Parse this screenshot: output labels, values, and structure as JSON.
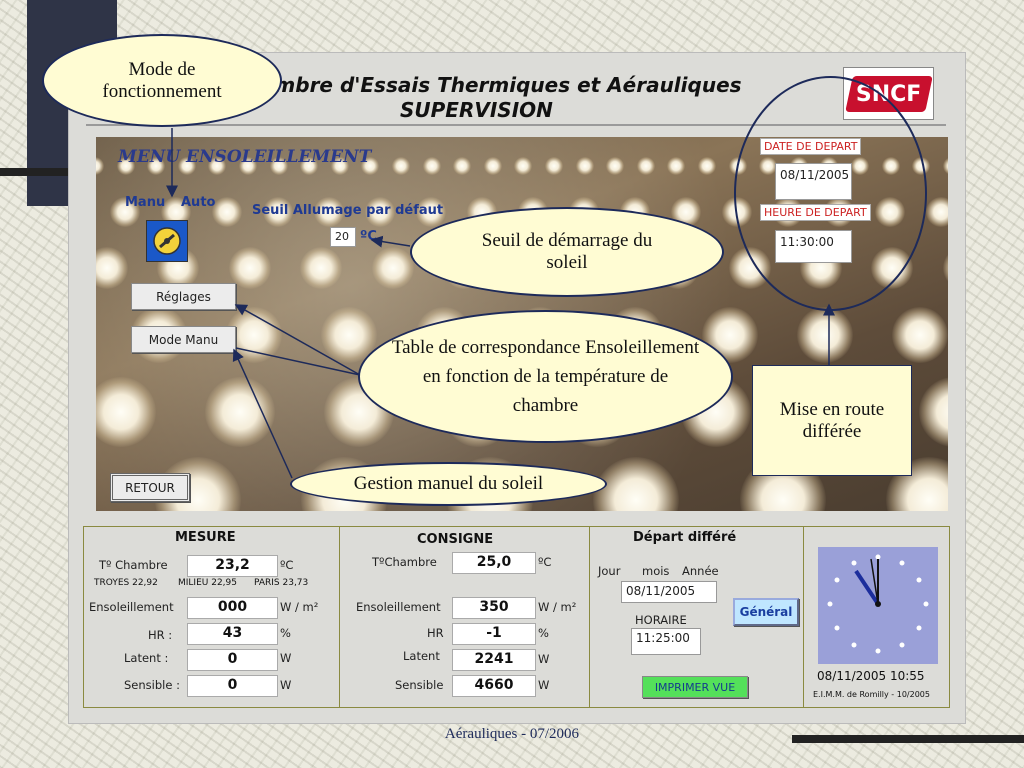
{
  "window": {
    "title_line1": "Chambre d'Essais Thermiques et Aérauliques",
    "title_line2": "SUPERVISION",
    "logo_text": "SNCF"
  },
  "menu": {
    "title": "MENU ENSOLEILLEMENT",
    "manu_label": "Manu",
    "auto_label": "Auto",
    "seuil_label": "Seuil Allumage par défaut",
    "seuil_value": "20",
    "seuil_unit": "ºC",
    "reglages_button": "Réglages",
    "mode_manu_button": "Mode Manu",
    "retour_button": "RETOUR",
    "date_depart_label": "DATE DE DEPART",
    "date_depart_value": "08/11/2005",
    "heure_depart_label": "HEURE DE DEPART",
    "heure_depart_value": "11:30:00"
  },
  "callouts": {
    "mode": "Mode de fonctionnement",
    "seuil": "Seuil de démarrage du soleil",
    "table": "Table de correspondance Ensoleillement en fonction de la température de chambre",
    "gestion": "Gestion manuel du soleil",
    "mise_en_route": "Mise en route différée"
  },
  "mesure": {
    "header": "MESURE",
    "t_chambre_label": "Tº Chambre",
    "t_chambre_value": "23,2",
    "t_chambre_unit": "ºC",
    "troyes": "TROYES 22,92",
    "milieu": "MILIEU 22,95",
    "paris": "PARIS 23,73",
    "ensoleillement_label": "Ensoleillement",
    "ensoleillement_value": "000",
    "ensoleillement_unit": "W / m²",
    "hr_label": "HR :",
    "hr_value": "43",
    "hr_unit": "%",
    "latent_label": "Latent :",
    "latent_value": "0",
    "latent_unit": "W",
    "sensible_label": "Sensible :",
    "sensible_value": "0",
    "sensible_unit": "W"
  },
  "consigne": {
    "header": "CONSIGNE",
    "t_chambre_label": "TºChambre",
    "t_chambre_value": "25,0",
    "t_chambre_unit": "ºC",
    "ensoleillement_label": "Ensoleillement",
    "ensoleillement_value": "350",
    "ensoleillement_unit": "W / m²",
    "hr_label": "HR",
    "hr_value": "-1",
    "hr_unit": "%",
    "latent_label": "Latent",
    "latent_value": "2241",
    "latent_unit": "W",
    "sensible_label": "Sensible",
    "sensible_value": "4660",
    "sensible_unit": "W"
  },
  "depart": {
    "header": "Départ différé",
    "jour": "Jour",
    "mois": "mois",
    "annee": "Année",
    "date_value": "08/11/2005",
    "horaire_label": "HORAIRE",
    "horaire_value": "11:25:00",
    "general_button": "Général",
    "imprimer_button": "IMPRIMER VUE"
  },
  "clock": {
    "datetime": "08/11/2005 10:55",
    "credit": "E.I.M.M. de Romilly - 10/2005"
  },
  "footer": "Aérauliques - 07/2006",
  "colors": {
    "callout_fill": "#fffcd3",
    "callout_border": "#1d2a5a",
    "menu_title": "#2a3a8c",
    "label_blue": "#1f3a93",
    "label_red": "#cc2222",
    "green_button": "#54e05a",
    "clock_face": "#9aa0d8"
  }
}
